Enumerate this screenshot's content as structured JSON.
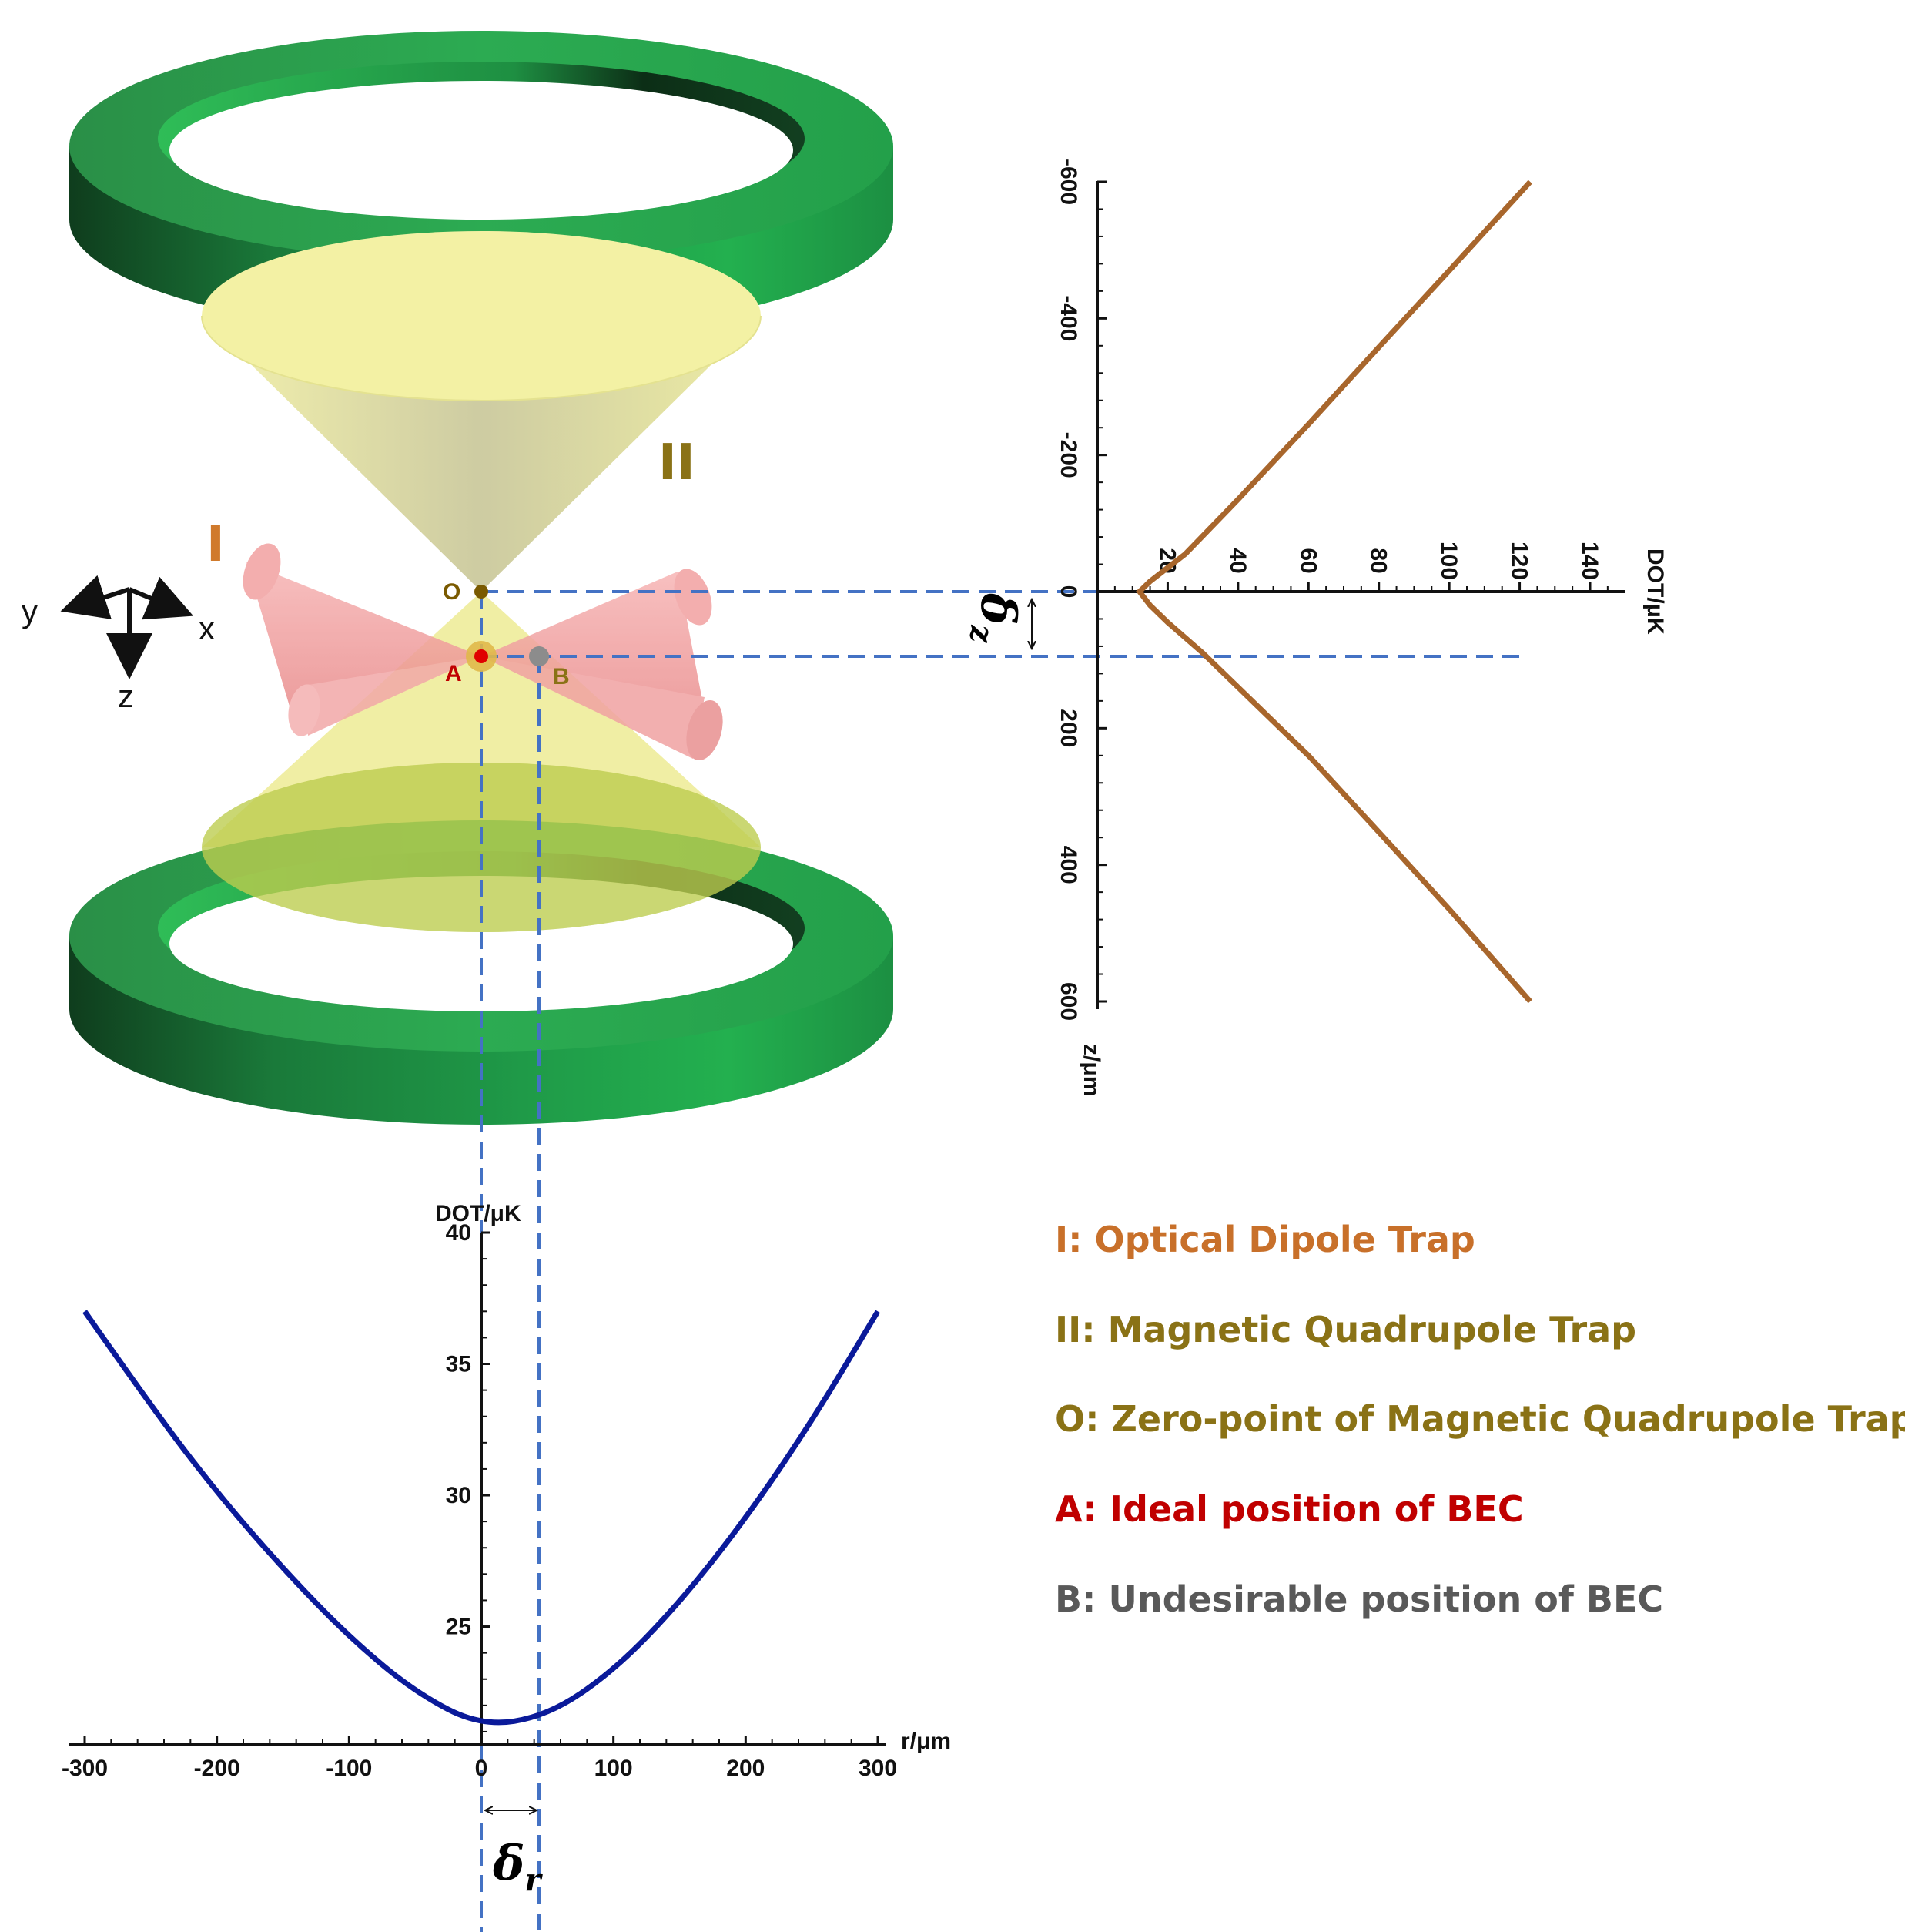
{
  "labels": {
    "trap_I": "I",
    "trap_II": "II",
    "point_O": "O",
    "point_A": "A",
    "point_B": "B",
    "axis_y": "y",
    "axis_x": "x",
    "axis_z": "z",
    "delta_z_symbol": "δ",
    "delta_z_sub": "z",
    "delta_r_symbol": "δ",
    "delta_r_sub": "r"
  },
  "legend": [
    {
      "text": "I: Optical Dipole Trap",
      "color": "#c8702a"
    },
    {
      "text": "II: Magnetic Quadrupole Trap",
      "color": "#8a7216"
    },
    {
      "text": "O: Zero-point of Magnetic Quadrupole Trap",
      "color": "#8a7216"
    },
    {
      "text": "A: Ideal position of BEC",
      "color": "#c00000"
    },
    {
      "text": "B: Undesirable position of BEC",
      "color": "#595959"
    }
  ],
  "colors": {
    "coil_light": "#22b14c",
    "coil_dark": "#0e3a1c",
    "cone_fill": "#f0ee9a",
    "beam": "#f4a0a0",
    "guide_dash": "#4472c4",
    "curve_z": "#a8662c",
    "curve_r": "#0a1a9a",
    "point_A": "#e00000",
    "point_B": "#8c8c8c",
    "point_O": "#7a5a00"
  },
  "chart_data": [
    {
      "type": "line",
      "name": "axial",
      "xlabel": "DOT/μK",
      "ylabel": "z/μm",
      "x_ticks": [
        "20",
        "40",
        "60",
        "80",
        "100",
        "120",
        "140"
      ],
      "z_ticks": [
        "-600",
        "-400",
        "-200",
        "0",
        "200",
        "400",
        "600"
      ],
      "xlim": [
        0,
        150
      ],
      "zlim": [
        -600,
        600
      ],
      "points": [
        [
          123,
          -600
        ],
        [
          100,
          -470
        ],
        [
          80,
          -358
        ],
        [
          60,
          -245
        ],
        [
          40,
          -135
        ],
        [
          25,
          -55
        ],
        [
          15,
          -15
        ],
        [
          12,
          0
        ],
        [
          15,
          20
        ],
        [
          20,
          45
        ],
        [
          30,
          90
        ],
        [
          45,
          165
        ],
        [
          60,
          240
        ],
        [
          80,
          352
        ],
        [
          100,
          465
        ],
        [
          123,
          600
        ]
      ]
    },
    {
      "type": "line",
      "name": "radial",
      "xlabel": "r/μm",
      "ylabel": "DOT/μK",
      "x_ticks": [
        "-300",
        "-200",
        "-100",
        "0",
        "100",
        "200",
        "300"
      ],
      "y_ticks": [
        "25",
        "30",
        "35",
        "40"
      ],
      "xlim": [
        -300,
        300
      ],
      "ylim": [
        20.5,
        40
      ],
      "points": [
        [
          -300,
          37
        ],
        [
          -250,
          33.4
        ],
        [
          -200,
          30.1
        ],
        [
          -150,
          27.2
        ],
        [
          -100,
          24.6
        ],
        [
          -50,
          22.5
        ],
        [
          0,
          21.2
        ],
        [
          50,
          21.6
        ],
        [
          100,
          23.3
        ],
        [
          150,
          25.9
        ],
        [
          200,
          29.1
        ],
        [
          250,
          32.8
        ],
        [
          300,
          37
        ]
      ]
    }
  ]
}
